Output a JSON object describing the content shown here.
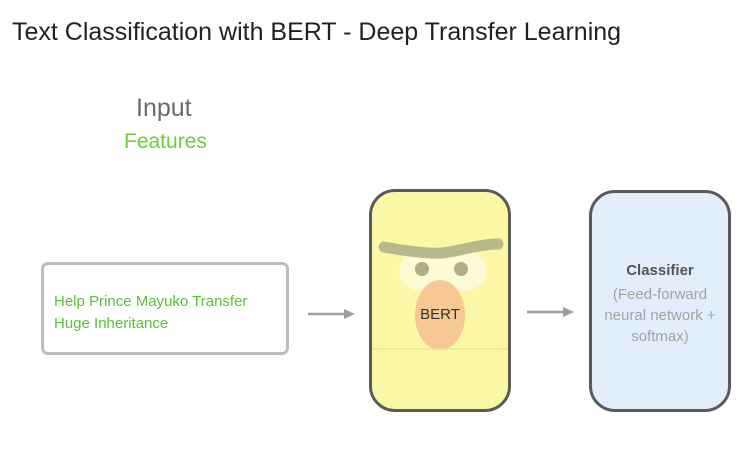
{
  "title": "Text Classification with BERT - Deep Transfer Learning",
  "input": {
    "heading": "Input",
    "subheading": "Features",
    "text_line1": "Help Prince Mayuko Transfer",
    "text_line2": "Huge Inheritance"
  },
  "bert": {
    "label": "BERT"
  },
  "classifier": {
    "title": "Classifier",
    "desc_line1": "(Feed-forward",
    "desc_line2": "neural network +",
    "desc_line3": "softmax)"
  },
  "colors": {
    "features_green": "#6ccc3a",
    "bert_fill": "#fbf7a6",
    "classifier_fill": "#e2eefb",
    "arrow_gray": "#9e9e9e"
  }
}
